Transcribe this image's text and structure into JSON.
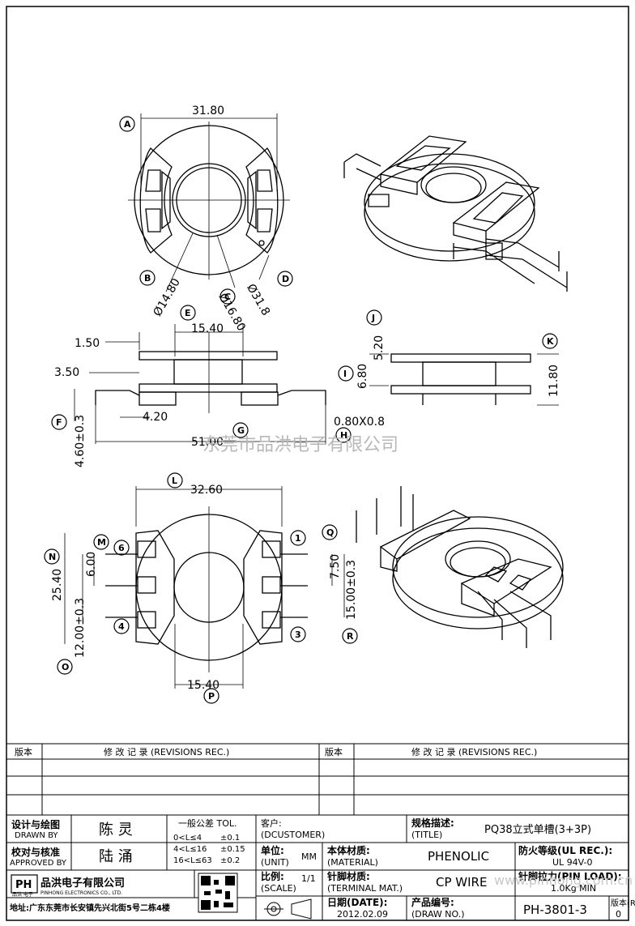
{
  "watermark_center": "东莞市品洪电子有限公司",
  "watermark_corner": "www.pinhong.com.cn",
  "dims": {
    "top_width": "31.80",
    "d1": "Ø14.80",
    "d2": "Ø16.80",
    "d3": "Ø31.8",
    "e": "15.40",
    "p150": "1.50",
    "p350": "3.50",
    "p420": "4.20",
    "p460": "4.60±0.3",
    "p5100": "51.00",
    "p08": "0.80X0.8",
    "p520": "5.20",
    "p680": "6.80",
    "p1180": "11.80",
    "l": "32.60",
    "m": "6.00",
    "n": "25.40",
    "o": "12.00±0.3",
    "q": "7.50",
    "r": "15.00±0.3",
    "p": "15.40"
  },
  "letters": [
    "A",
    "B",
    "C",
    "D",
    "E",
    "F",
    "G",
    "H",
    "I",
    "J",
    "K",
    "L",
    "M",
    "N",
    "O",
    "P",
    "Q",
    "R"
  ],
  "pins": [
    "1",
    "3",
    "4",
    "6"
  ],
  "revisions": {
    "col1": "版本",
    "col2": "修 改 记 录 (REVISIONS REC.)",
    "col3": "版本",
    "col4": "修 改 记 录 (REVISIONS REC.)"
  },
  "title_block": {
    "design_cn": "设计与绘图",
    "design_en": "DRAWN BY",
    "designer": "陈 灵",
    "approve_cn": "校对与核准",
    "approve_en": "APPROVED BY",
    "approver": "陆 涌",
    "tol_title": "一般公差 TOL.",
    "tol_rows": [
      {
        "range": "0<L≤4",
        "tol": "±0.1"
      },
      {
        "range": "4<L≤16",
        "tol": "±0.15"
      },
      {
        "range": "16<L≤63",
        "tol": "±0.2"
      }
    ],
    "customer_cn": "客户:",
    "customer_en": "(DCUSTOMER)",
    "spec_cn": "规格描述:",
    "spec_en": "(TITLE)",
    "spec_value": "PQ38立式单槽(3+3P)",
    "unit_cn": "单位:",
    "unit_en": "(UNIT)",
    "unit_value": "MM",
    "material_cn": "本体材质:",
    "material_en": "(MATERIAL)",
    "material_value": "PHENOLIC",
    "ul_cn": "防火等级(UL REC.):",
    "ul_value": "UL 94V-0",
    "company_cn": "品洪电子有限公司",
    "company_en": "PINHONG ELECTRONICS CO., LTD.",
    "logo_text": "PH",
    "logo_sub": "品洪 电子",
    "address": "地址:广东东莞市长安镇先兴北街5号二栋4楼",
    "scale_cn": "比例:",
    "scale_en": "(SCALE)",
    "scale_value": "1/1",
    "terminal_cn": "针脚材质:",
    "terminal_en": "(TERMINAL MAT.)",
    "terminal_value": "CP WIRE",
    "pinload_cn": "针脚拉力(PIN LOAD):",
    "pinload_value": "1.0Kg MIN",
    "date_cn": "日期(DATE):",
    "date_value": "2012.02.09",
    "drawno_cn": "产品编号:",
    "drawno_en": "(DRAW NO.)",
    "drawno_value": "PH-3801-3",
    "rev_cn": "版本(REV):",
    "rev_value": "0"
  }
}
